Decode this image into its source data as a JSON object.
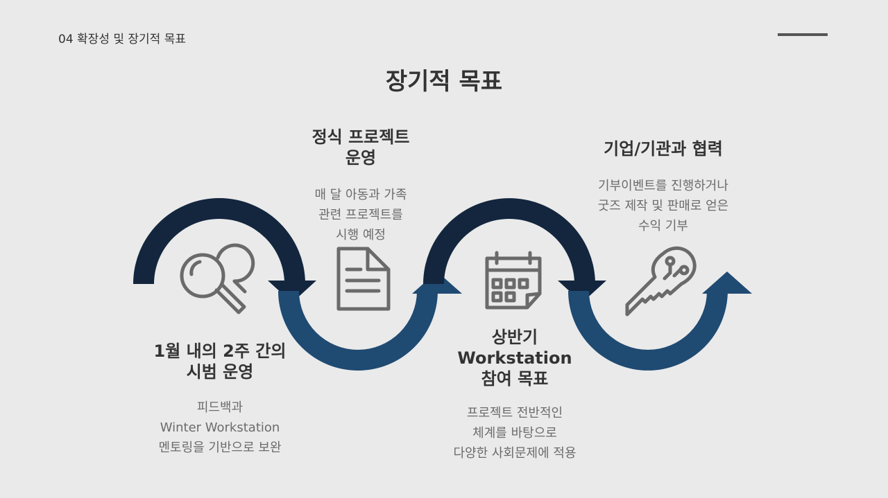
{
  "header": {
    "section_label": "04 확장성 및 장기적 목표",
    "title": "장기적 목표"
  },
  "steps": [
    {
      "title": "1월 내의 2주 간의\n시범 운영",
      "description": "피드백과\nWinter Workstation\n멘토링을 기반으로 보완",
      "icon": "magnifier-icon"
    },
    {
      "title": "정식 프로젝트\n운영",
      "description": "매 달 아동과 가족\n관련 프로젝트를\n시행 예정",
      "icon": "document-icon"
    },
    {
      "title": "상반기\nWorkstation\n참여 목표",
      "description": "프로젝트 전반적인\n체계를 바탕으로\n다양한 사회문제에 적용",
      "icon": "calendar-icon"
    },
    {
      "title": "기업/기관과 협력",
      "description": "기부이벤트를 진행하거나\n굿즈 제작 및 판매로 얻은\n수익 기부",
      "icon": "key-icon"
    }
  ],
  "colors": {
    "background": "#eaeaea",
    "arrow_dark": "#13263e",
    "arrow_blue": "#1f4a72",
    "icon_gray": "#6a6a6a",
    "text_dark": "#333333",
    "text_muted": "#6b6b6b"
  }
}
